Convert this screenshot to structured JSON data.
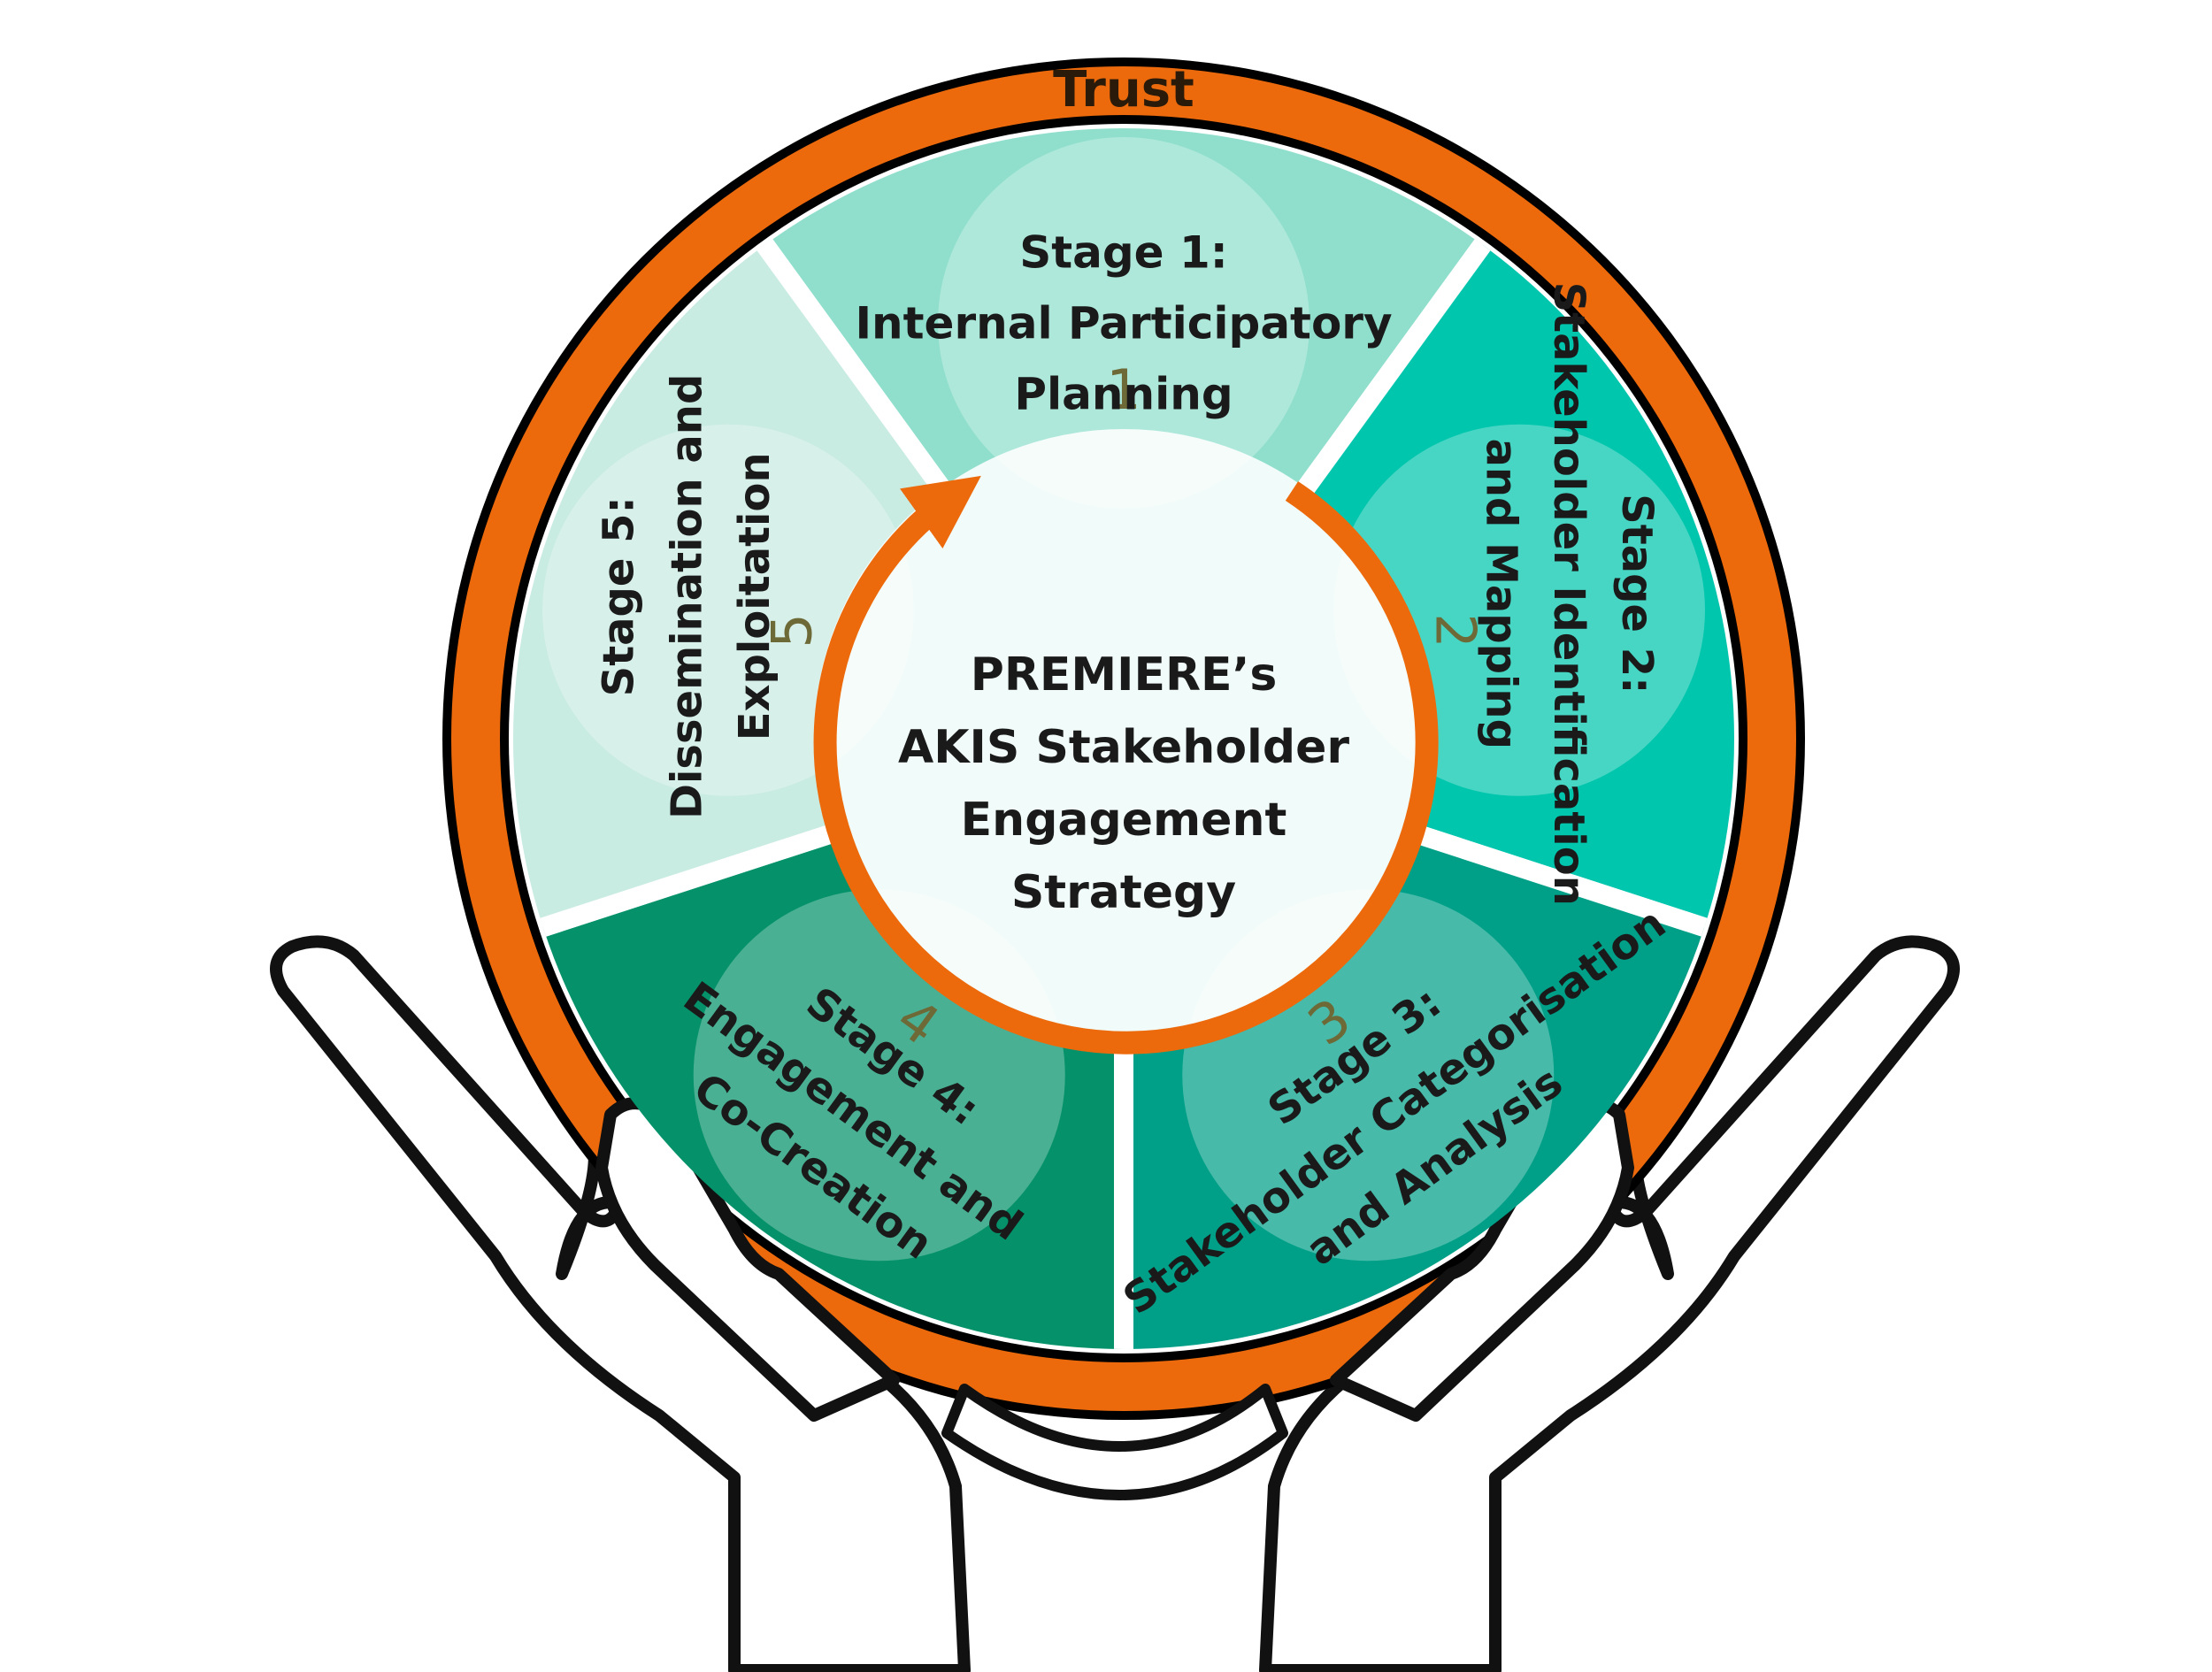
{
  "trust_label": "Trust",
  "center": {
    "lines": [
      "PREMIERE’s",
      "AKIS Stakeholder",
      "Engagement",
      "Strategy"
    ]
  },
  "stages": [
    {
      "number": "1",
      "lines": [
        "Stage 1:",
        "Internal Participatory",
        "Planning"
      ],
      "color": "#8fdfcc"
    },
    {
      "number": "2",
      "lines": [
        "Stage 2:",
        "Stakeholder Identification",
        "and Mapping"
      ],
      "color": "#00c6ad"
    },
    {
      "number": "3",
      "lines": [
        "Stage 3:",
        "Stakeholder Categorisation",
        "and Analysis"
      ],
      "color": "#00a088"
    },
    {
      "number": "4",
      "lines": [
        "Stage 4:",
        "Engagement and",
        "Co-Creation"
      ],
      "color": "#05926a"
    },
    {
      "number": "5",
      "lines": [
        "Stage 5:",
        "Dissemination and",
        "Exploitation"
      ],
      "color": "#c8ebe2"
    }
  ],
  "colors": {
    "ring": "#ec6a0c",
    "ring_outline": "#000000",
    "center_fill": "#f1fbf9",
    "hands_fill": "#ffffff",
    "hands_stroke": "#111111"
  }
}
